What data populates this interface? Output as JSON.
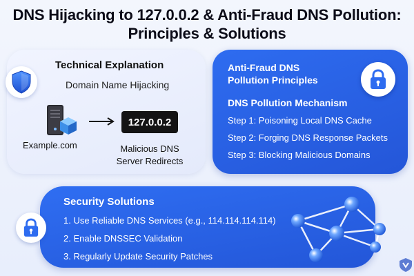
{
  "title": {
    "line1": "DNS Hijacking to 127.0.0.2 & Anti-Fraud DNS Pollution:",
    "line2": "Principles & Solutions"
  },
  "technical": {
    "heading": "Technical Explanation",
    "subheading": "Domain Name Hijacking",
    "client_label": "Example.com",
    "ip": "127.0.0.2",
    "server_caption_line1": "Malicious DNS",
    "server_caption_line2": "Server Redirects",
    "icons": [
      "shield-icon",
      "server-icon",
      "cube-icon",
      "arrow-right-icon"
    ]
  },
  "anti_fraud": {
    "heading_line1": "Anti-Fraud DNS",
    "heading_line2": "Pollution Principles",
    "mechanism_heading": "DNS Pollution Mechanism",
    "steps": [
      "Step 1: Poisoning Local DNS Cache",
      "Step 2: Forging DNS Response Packets",
      "Step 3: Blocking Malicious Domains"
    ],
    "icon": "padlock-icon"
  },
  "security": {
    "heading": "Security Solutions",
    "solutions": [
      "1. Use Reliable DNS Services (e.g., 114.114.114.114)",
      "2. Enable DNSSEC Validation",
      "3. Regularly Update Security Patches"
    ],
    "icons": [
      "padlock-icon",
      "network-graph-icon"
    ]
  },
  "colors": {
    "accent_blue": "#2e6cf0",
    "card_light": "#e9eefc",
    "ip_box": "#141414",
    "node_blue": "#3f86f5"
  }
}
